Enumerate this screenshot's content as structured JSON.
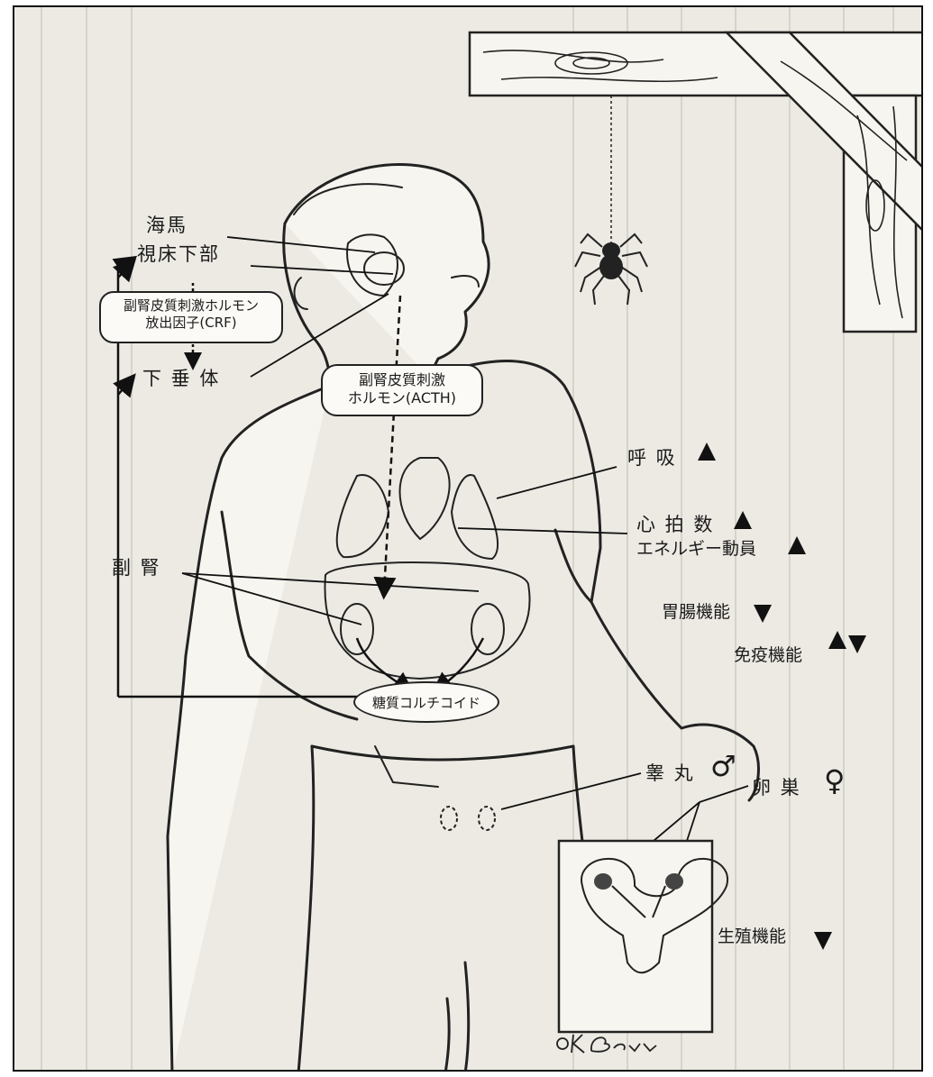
{
  "brain": {
    "hippocampus": "海馬",
    "hypothalamus": "視床下部",
    "crf_line1": "副腎皮質刺激ホルモン",
    "crf_line2": "放出因子(CRF)",
    "pituitary": "下 垂 体"
  },
  "acth": {
    "line1": "副腎皮質刺激",
    "line2": "ホルモン(ACTH)"
  },
  "adrenal": "副 腎",
  "glucocorticoid": "糖質コルチコイド",
  "effects": {
    "respiration": "呼 吸",
    "heart_rate": "心 拍 数",
    "energy": "エネルギー動員",
    "gut": "胃腸機能",
    "immune": "免疫機能",
    "testes": "睾 丸",
    "ovaries": "卵 巣",
    "reproduction": "生殖機能"
  },
  "symbols": {
    "male": "♂",
    "female": "♀"
  },
  "signature": "©K.Born",
  "arrow_icons": {
    "up": "up-arrow-icon",
    "down": "down-arrow-icon"
  }
}
